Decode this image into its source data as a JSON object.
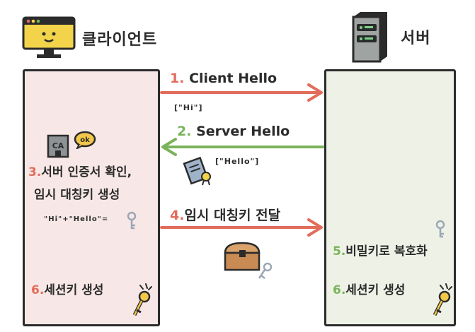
{
  "client": {
    "title": "클라이언트"
  },
  "server": {
    "title": "서버"
  },
  "steps": [
    {
      "num": "1.",
      "text": "Client Hello",
      "payload": "[\"Hi\"]"
    },
    {
      "num": "2.",
      "text": "Server Hello",
      "payload": "[\"Hello\"]"
    },
    {
      "num": "3.",
      "line1": "서버 인증서 확인,",
      "line2": "임시 대칭키 생성",
      "formula": "\"Hi\"+\"Hello\"="
    },
    {
      "num": "4.",
      "text": "임시 대칭키 전달"
    },
    {
      "num": "5.",
      "text": "비밀키로 복호화"
    },
    {
      "num": "6.",
      "text": "세션키 생성"
    },
    {
      "num": "6.",
      "text": "세션키 생성"
    }
  ],
  "badges": {
    "ca": "CA",
    "ok": "ok"
  },
  "colors": {
    "red": "#e26c5b",
    "green": "#7bb35c",
    "client_bg": "#f7e8e7",
    "server_bg": "#eef2e6"
  }
}
